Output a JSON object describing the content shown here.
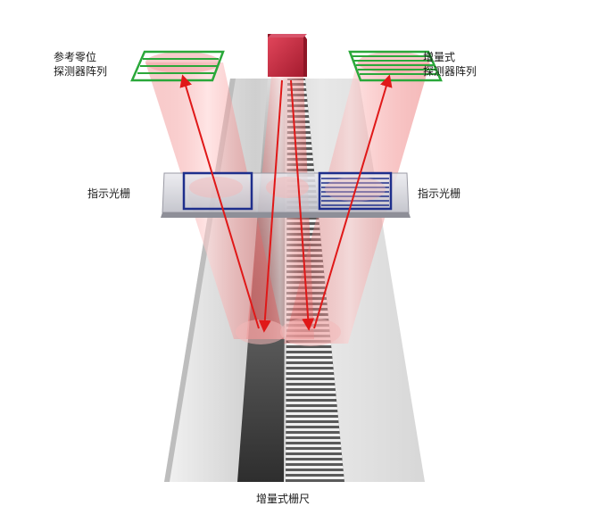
{
  "labels": {
    "reference_detector": [
      "参考零位",
      "探测器阵列"
    ],
    "incremental_detector": [
      "增量式",
      "探测器阵列"
    ],
    "index_grating_left": "指示光栅",
    "index_grating_right": "指示光栅",
    "scale": "增量式栅尺"
  },
  "colors": {
    "beam": "#e23a3a",
    "arrow": "#e01818",
    "source": "#c8253a",
    "detector": "#2aa83a",
    "index_window": "#1e2f8c"
  }
}
